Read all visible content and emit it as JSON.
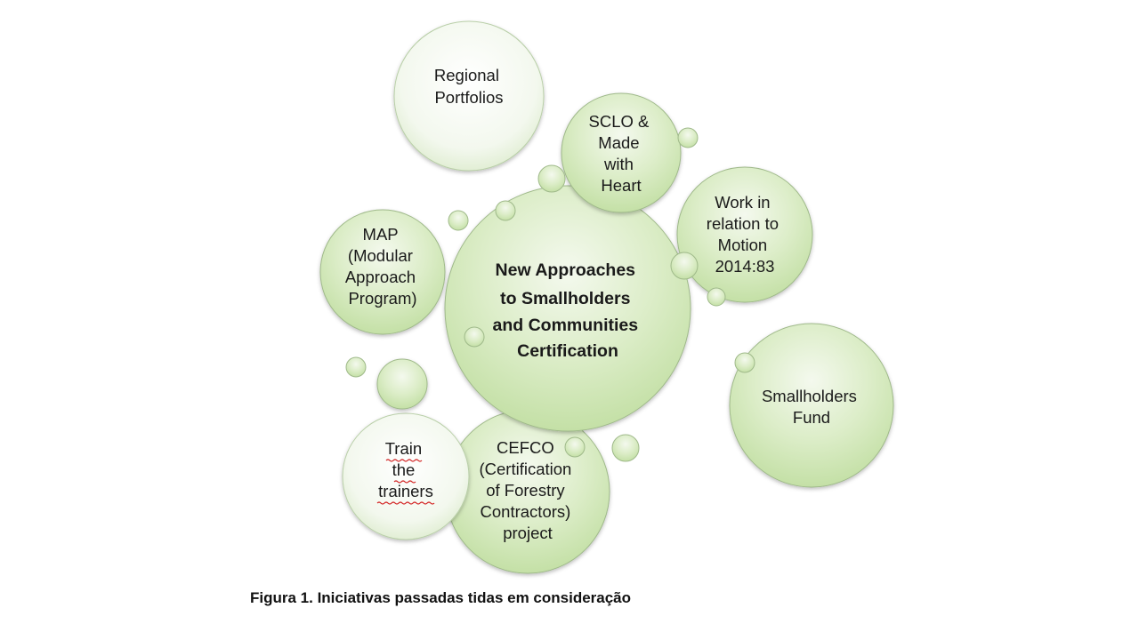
{
  "diagram": {
    "center": {
      "lines": [
        "New Approaches",
        "to Smallholders",
        "and Communities",
        "Certification"
      ]
    },
    "bubbles": [
      {
        "id": "regional-portfolios",
        "lines": [
          "Regional",
          "Portfolios"
        ]
      },
      {
        "id": "sclo-made-with-heart",
        "lines": [
          "SCLO &",
          "Made",
          "with",
          "Heart"
        ]
      },
      {
        "id": "work-motion",
        "lines": [
          "Work in",
          "relation to",
          "Motion",
          "2014:83"
        ]
      },
      {
        "id": "map",
        "lines": [
          "MAP",
          "(Modular",
          "Approach",
          "Program)"
        ]
      },
      {
        "id": "smallholders-fund",
        "lines": [
          "Smallholders",
          "Fund"
        ]
      },
      {
        "id": "cefco",
        "lines": [
          "CEFCO",
          "(Certification",
          "of Forestry",
          "Contractors)",
          "project"
        ]
      },
      {
        "id": "train-the-trainers",
        "lines": [
          "Train",
          "the",
          "trainers"
        ]
      }
    ]
  },
  "caption": "Figura 1. Iniciativas passadas tidas em consideração",
  "colors": {
    "bubble_light": "#f4f9ee",
    "bubble_mid": "#dcedc8",
    "bubble_dark": "#c4e0a6",
    "bubble_stroke": "#9fb98a",
    "spellcheck_underline": "#d21f1f"
  }
}
